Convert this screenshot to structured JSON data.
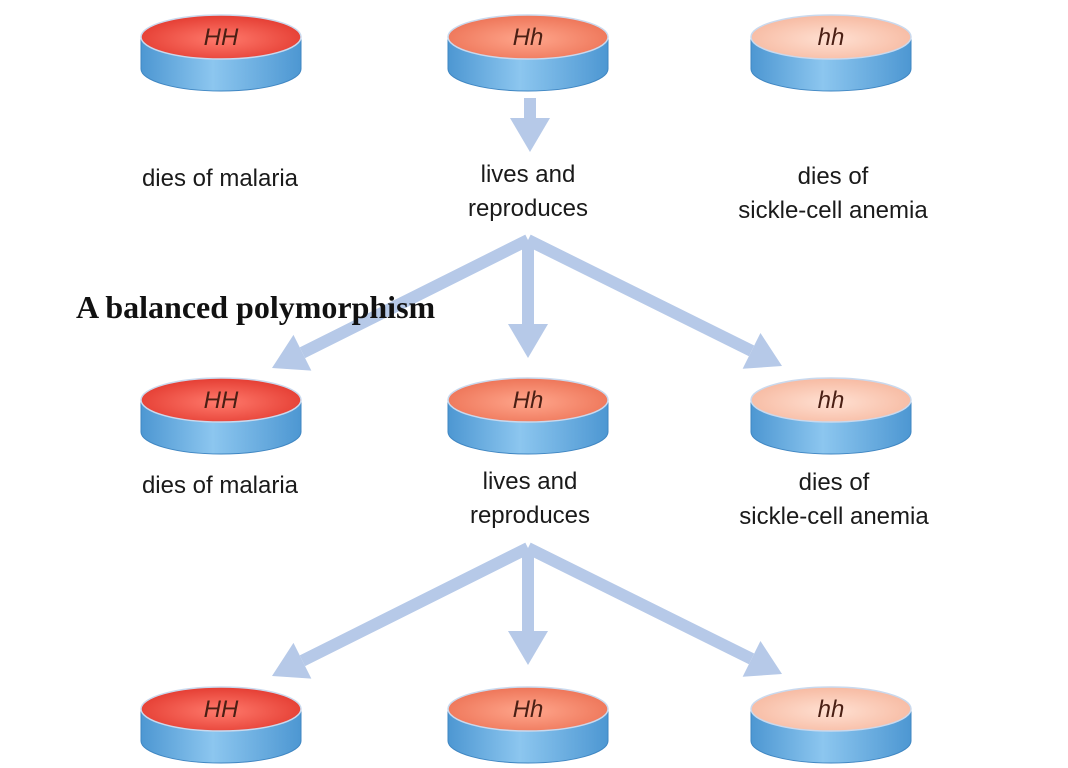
{
  "title": "A balanced polymorphism",
  "genotypes": [
    "HH",
    "Hh",
    "hh"
  ],
  "fates": {
    "HH": [
      "dies of malaria"
    ],
    "Hh": [
      "lives and",
      "reproduces"
    ],
    "hh": [
      "dies of",
      "sickle-cell anemia"
    ]
  },
  "colors": {
    "HH_top": "#e8483c",
    "Hh_top": "#f07d62",
    "hh_top": "#f9c3ab",
    "disk_side": "#5ea8dc",
    "arrow": "#b6c9e8"
  }
}
